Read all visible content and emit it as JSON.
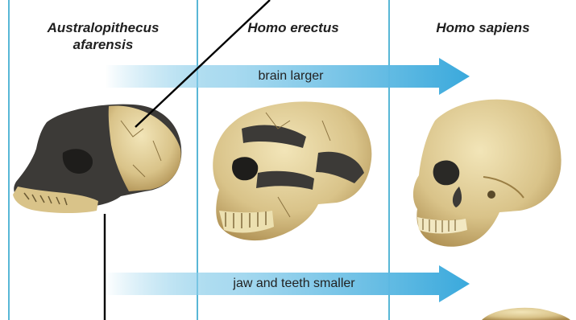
{
  "columns": [
    {
      "title_line1": "Australopithecus",
      "title_line2": "afarensis"
    },
    {
      "title_line1": "Homo erectus",
      "title_line2": ""
    },
    {
      "title_line1": "Homo sapiens",
      "title_line2": ""
    }
  ],
  "arrows": {
    "top_label": "brain larger",
    "bottom_label": "jaw and teeth smaller"
  },
  "colors": {
    "divider": "#58b7d6",
    "arrow": "#4fb3dd",
    "bone": "#d9c389",
    "bone_dark": "#b99a55",
    "dark_region": "#3c3a37"
  },
  "icons": [
    "australopithecus-skull",
    "homo-erectus-skull",
    "homo-sapiens-skull"
  ]
}
